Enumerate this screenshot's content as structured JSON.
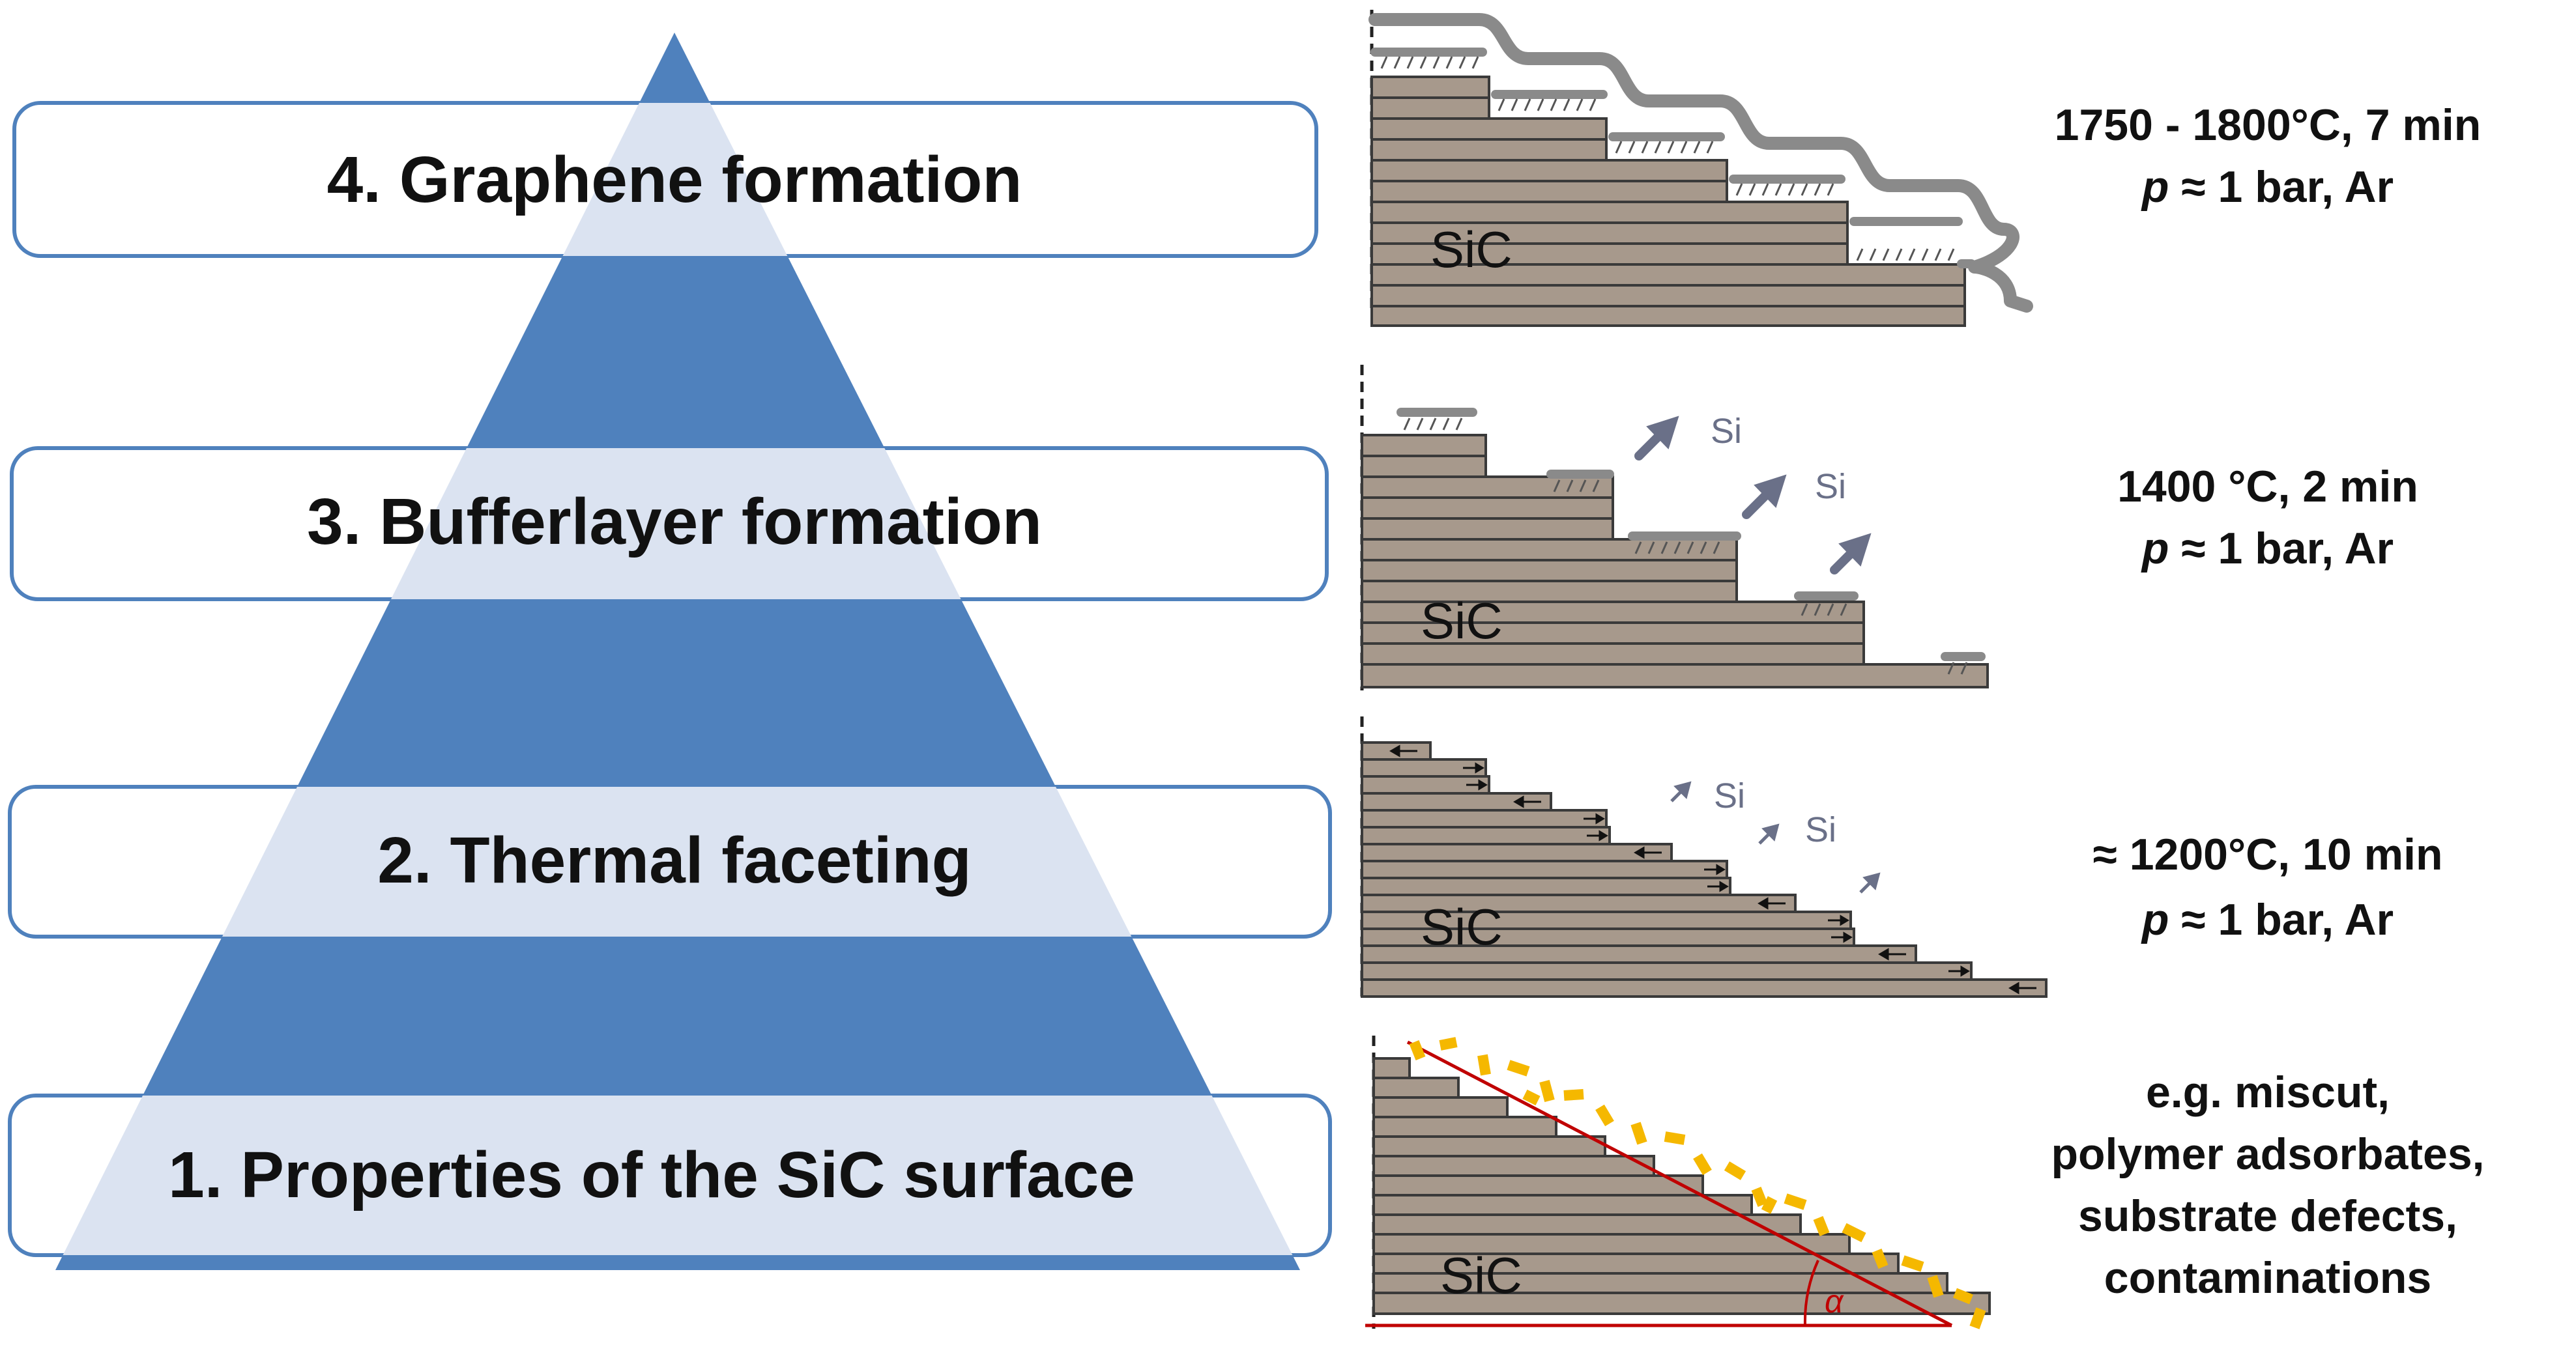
{
  "colors": {
    "pyramid": "#4f81bd",
    "band_fill": "#dbe3f1",
    "band_stroke": "#4f81bd",
    "sic_fill": "#a7998c",
    "layer_stroke": "#3a3a3a",
    "graphene": "#8a8a8a",
    "si_arrow": "#6a7088",
    "miscut_line": "#c00000",
    "adsorbate": "#f5b800"
  },
  "stages": [
    {
      "label": "4. Graphene formation",
      "conditions": [
        "1750 - 1800°C, 7 min",
        "p ≈ 1 bar, Ar"
      ]
    },
    {
      "label": "3. Bufferlayer formation",
      "conditions": [
        "1400 °C, 2 min",
        "p ≈ 1 bar, Ar"
      ]
    },
    {
      "label": "2. Thermal faceting",
      "conditions": [
        "≈ 1200°C, 10 min",
        "p ≈ 1 bar, Ar"
      ]
    },
    {
      "label": "1. Properties of the SiC surface",
      "conditions": [
        "e.g. miscut,",
        "polymer adsorbates,",
        "substrate defects,",
        "contaminations"
      ]
    }
  ],
  "substrate_label": "SiC",
  "si_label": "Si",
  "angle_label": "α"
}
